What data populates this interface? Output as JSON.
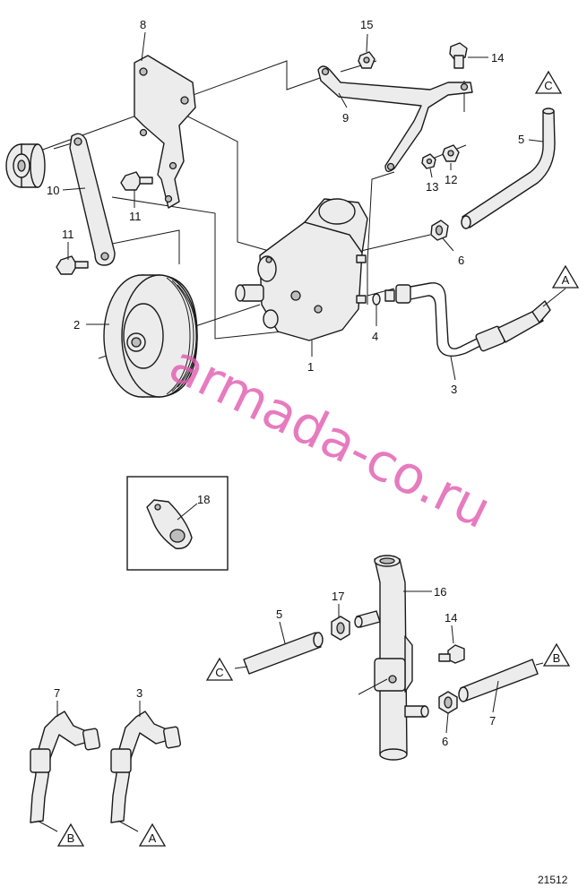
{
  "diagram": {
    "figure_number": "21512",
    "watermark": "armada-co.ru",
    "callouts": {
      "c1": "1",
      "c2": "2",
      "c3a": "3",
      "c3b": "3",
      "c4": "4",
      "c5a": "5",
      "c5b": "5",
      "c6a": "6",
      "c6b": "6",
      "c7a": "7",
      "c7b": "7",
      "c8": "8",
      "c9": "9",
      "c10": "10",
      "c11a": "11",
      "c11b": "11",
      "c12": "12",
      "c13": "13",
      "c14a": "14",
      "c14b": "14",
      "c15": "15",
      "c16": "16",
      "c17": "17",
      "c18": "18"
    },
    "refs": {
      "ref_c_top": "C",
      "ref_a_top": "A",
      "ref_c_bottom": "C",
      "ref_b_right": "B",
      "ref_b_bottom": "B",
      "ref_a_bottom": "A"
    }
  },
  "colors": {
    "watermark": "#e25bb0",
    "line": "#1a1a1a",
    "part_fill": "#ececec"
  }
}
